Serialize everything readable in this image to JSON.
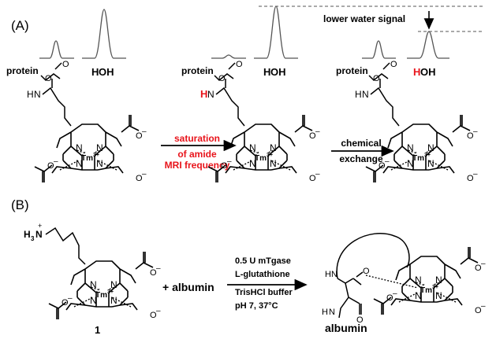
{
  "panel_a": {
    "label": "(A)",
    "annotation": "lower water signal",
    "states": [
      {
        "protein": "protein",
        "amide_h": "H",
        "water_h": "H",
        "water_rest": "OH"
      },
      {
        "protein": "protein",
        "amide_h": "H",
        "water_h": "H",
        "water_rest": "OH"
      },
      {
        "protein": "protein",
        "amide_h": "H",
        "water_h": "H",
        "water_rest": "OH"
      }
    ],
    "atom": {
      "o": "O",
      "n": "N",
      "n_amide_rest": "N",
      "o_minus": "O",
      "minus": "–",
      "metal": "Tm",
      "charge": "3+"
    },
    "step1": {
      "line1": "saturation",
      "line2": "of amide",
      "line3": "MRI frequency"
    },
    "step2": {
      "line1": "chemical",
      "line2": "exchange"
    }
  },
  "panel_b": {
    "label": "(B)",
    "amine": {
      "h3": "H",
      "sub3": "3",
      "n": "N",
      "plus": "+"
    },
    "compound_label": "1",
    "plus_albumin": "+ albumin",
    "conditions": [
      "0.5 U mTgase",
      "L-glutathione",
      "TrisHCl buffer",
      "pH 7, 37°C"
    ],
    "product": {
      "albumin": "albumin",
      "hn": "HN",
      "nh": "N",
      "h": "H"
    }
  },
  "colors": {
    "highlight": "#e8141b",
    "ink": "#000000",
    "peak": "#555555"
  }
}
